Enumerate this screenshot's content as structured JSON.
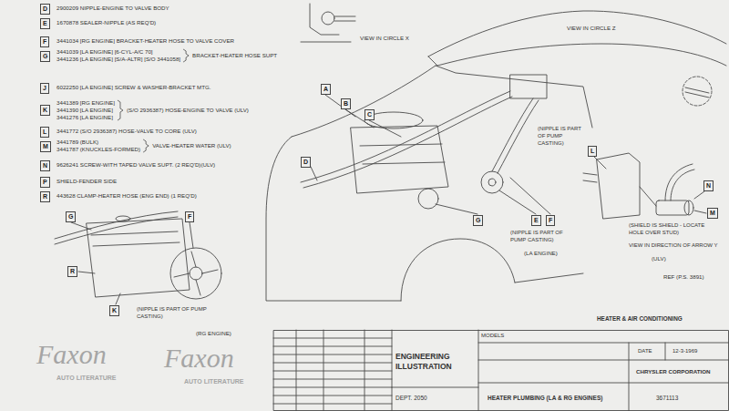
{
  "diagram": {
    "nodes": [
      {
        "text": [
          "D"
        ]
      },
      {
        "text": [
          "E"
        ]
      },
      {
        "text": [
          "F"
        ]
      },
      {
        "text": [
          "G"
        ]
      },
      {
        "text": [
          "J"
        ]
      },
      {
        "text": [
          "K"
        ]
      },
      {
        "text": [
          "L"
        ]
      },
      {
        "text": [
          "M"
        ]
      },
      {
        "text": [
          "N"
        ]
      },
      {
        "text": [
          "P"
        ]
      },
      {
        "text": [
          "R"
        ]
      },
      {
        "text": [
          "A"
        ]
      },
      {
        "text": [
          "B"
        ]
      },
      {
        "text": [
          "C"
        ]
      },
      {
        "text": [
          "D"
        ]
      },
      {
        "text": [
          "G"
        ]
      },
      {
        "text": [
          "F"
        ]
      },
      {
        "text": [
          "K"
        ]
      },
      {
        "text": [
          "R"
        ]
      },
      {
        "text": [
          "G"
        ]
      },
      {
        "text": [
          "E"
        ]
      },
      {
        "text": [
          "F"
        ]
      },
      {
        "text": [
          "L"
        ]
      },
      {
        "text": [
          "N"
        ]
      },
      {
        "text": [
          "M"
        ]
      }
    ],
    "labels": [
      "2900209 NIPPLE-ENGINE TO VALVE BODY",
      "1670878 SEALER-NIPPLE (AS REQ'D)",
      "3441034 [RG ENGINE] BRACKET-HEATER HOSE TO VALVE COVER",
      "3441039 [LA ENGINE] [6-CYL-A/C 70]",
      "3441236 [LA ENGINE] [S/A-ALTR] [S/O 3441058]",
      "BRACKET-HEATER HOSE SUPT",
      "6022250 [LA ENGINE] SCREW & WASHER-BRACKET MTG.",
      "3441389 [RG ENGINE]",
      "3441390 [LA ENGINE]",
      "3441276 [LA ENGINE]",
      "(S/O 2936387) HOSE-ENGINE TO VALVE (ULV)",
      "3441772 (S/O 2936387) HOSE-VALVE TO CORE (ULV)",
      "3441789 (BULK)",
      "3441787 (KNUCKLES-FORMED)",
      "VALVE-HEATER WATER (ULV)",
      "9626241 SCREW-WITH TAPED VALVE SUPT. (2 REQ'D)(ULV)",
      "SHIELD-FENDER SIDE",
      "443628 CLAMP-HEATER HOSE (ENG END) (1 REQ'D)",
      "VIEW IN CIRCLE X",
      "VIEW IN CIRCLE Z",
      "(NIPPLE IS PART OF PUMP CASTING)",
      "(NIPPLE IS PART OF PUMP CASTING)",
      "(LA ENGINE)",
      "(NIPPLE IS PART OF PUMP CASTING)",
      "(RG ENGINE)",
      "(SHIELD IS SHIELD - LOCATE HOLE OVER STUD)",
      "VIEW IN DIRECTION OF ARROW Y",
      "(ULV)",
      "REF (P.S. 3891)",
      "HEATER & AIR CONDITIONING",
      "MODELS",
      "DATE",
      "12-3-1969",
      "ENGINEERING ILLUSTRATION",
      "DEPT. 2050",
      "CHRYSLER CORPORATION",
      "HEATER PLUMBING (LA & RG ENGINES)",
      "3671113",
      "Faxon",
      "AUTO LITERATURE",
      "Faxon",
      "AUTO LITERATURE"
    ]
  }
}
